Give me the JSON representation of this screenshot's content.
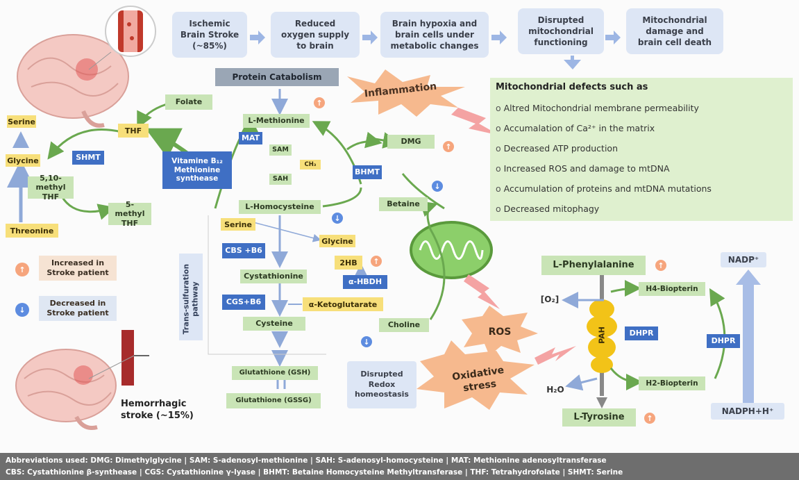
{
  "flow": [
    "Ischemic\nBrain Stroke\n(~85%)",
    "Reduced\noxygen supply\nto brain",
    "Brain hypoxia and\nbrain cells under\nmetabolic changes",
    "Disrupted\nmitochondrial\nfunctioning",
    "Mitochondrial\ndamage and\nbrain cell death"
  ],
  "mito": {
    "header": "Mitochondrial defects such as",
    "items": [
      "Altred Mitochondrial membrane permeability",
      "Accumalation of Ca²⁺ in the matrix",
      "Decreased ATP production",
      "Increased ROS and damage to mtDNA",
      "Accumulation of proteins and mtDNA mutations",
      "Decreased mitophagy"
    ]
  },
  "labels": {
    "protein_catabolism": "Protein Catabolism",
    "inflammation": "Inflammation",
    "folate": "Folate",
    "thf": "THF",
    "serine1": "Serine",
    "glycine1": "Glycine",
    "shmt": "SHMT",
    "methyl_thf_510": "5,10-methyl\nTHF",
    "threonine": "Threonine",
    "methyl_thf_5": "5-methyl\nTHF",
    "vitb12": "Vitamine B₁₂\nMethionine\nsynthease",
    "l_methionine": "L-Methionine",
    "mat": "MAT",
    "sam": "SAM",
    "ch3": "CH₃",
    "sah": "SAH",
    "l_homocysteine": "L-Homocysteine",
    "dmg": "DMG",
    "bhmt": "BHMT",
    "betaine": "Betaine",
    "serine2": "Serine",
    "glycine2": "Glycine",
    "cbs_b6": "CBS +B6",
    "two_hb": "2HB",
    "a_hbdh": "α-HBDH",
    "cystathionine": "Cystathionine",
    "cgs_b6": "CGS+B6",
    "a_ketoglutarate": "α-Ketoglutarate",
    "cysteine": "Cysteine",
    "gsh": "Glutathione (GSH)",
    "gssg": "Glutathione (GSSG)",
    "trans_sulfuration": "Trans-sulfuration\npathway",
    "choline": "Choline",
    "ros": "ROS",
    "oxidative_stress": "Oxidative\nstress",
    "disrupted_redox": "Disrupted\nRedox\nhomeostasis",
    "l_phenylalanine": "L-Phenylalanine",
    "o2": "[O₂]",
    "h4_biopterin": "H4-Biopterin",
    "pah": "PAH",
    "dhpr1": "DHPR",
    "dhpr2": "DHPR",
    "h2o": "H₂O",
    "h2_biopterin": "H2-Biopterin",
    "l_tyrosine": "L-Tyrosine",
    "nadp": "NADP⁺",
    "nadph": "NADPH+H⁺",
    "hemorrhagic": "Hemorrhagic\nstroke (~15%)",
    "increased": "Increased in\nStroke patient",
    "decreased": "Decreased in\nStroke patient"
  },
  "footer": {
    "line1": "Abbreviations used: DMG: Dimethylglycine | SAM: S-adenosyl-methionine | SAH: S-adenosyl-homocysteine | MAT: Methionine adenosyltransferase",
    "line2": "CBS: Cystathionine β-synthease | CGS: Cystathionine γ-lyase | BHMT: Betaine Homocysteine Methyltransferase | THF: Tetrahydrofolate | SHMT: Serine"
  },
  "colors": {
    "green": "#c9e4b6",
    "yellow": "#f7df7a",
    "blue": "#3f6fc4",
    "flow": "#dde6f5",
    "arrow_green": "#6aa84f",
    "arrow_blue": "#9db6e4"
  }
}
